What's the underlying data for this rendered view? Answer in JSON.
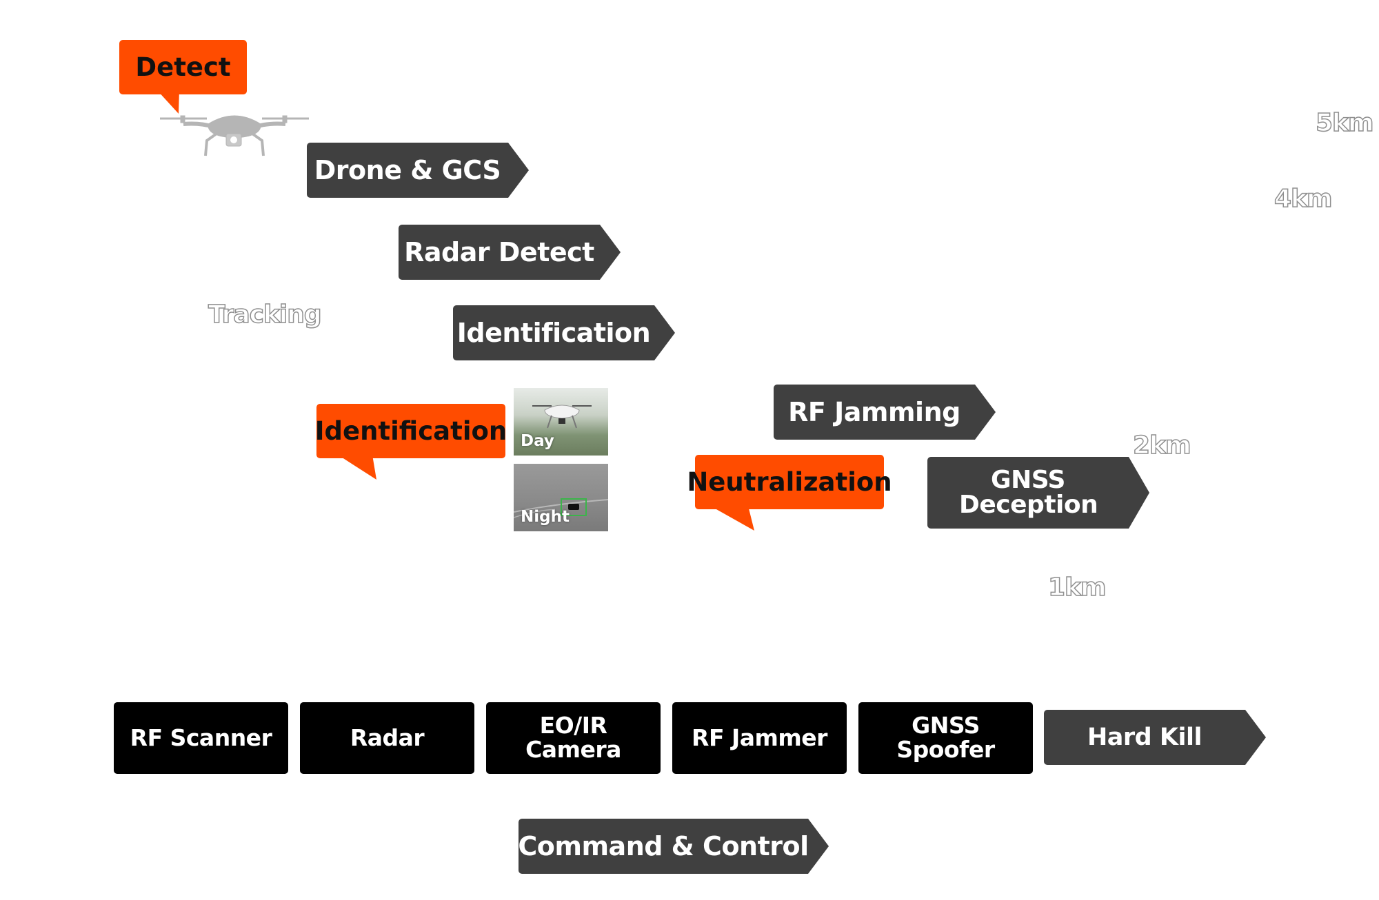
{
  "callouts": {
    "detect": "Detect",
    "identification": "Identification",
    "neutralization": "Neutralization"
  },
  "stages": {
    "drone_gcs": "Drone & GCS",
    "radar_detect": "Radar Detect",
    "identification": "Identification",
    "rf_jamming": "RF Jamming",
    "gnss_deception": "GNSS Deception"
  },
  "tracking_label": "Tracking",
  "distances": [
    "5km",
    "4km",
    "2km",
    "1km"
  ],
  "thumbnails": {
    "day": "Day",
    "night": "Night"
  },
  "devices": {
    "rf_scanner": "RF Scanner",
    "radar": "Radar",
    "eo_ir_camera": "EO/IR Camera",
    "rf_jammer": "RF Jammer",
    "gnss_spoofer": "GNSS Spoofer",
    "hard_kill": "Hard Kill"
  },
  "command_control": "Command & Control",
  "colors": {
    "accent": "#ff4c00",
    "arrow_gray": "#404040",
    "device_black": "#000000",
    "drone_gray": "#b5b5b5"
  },
  "icons": [
    "drone-icon"
  ]
}
